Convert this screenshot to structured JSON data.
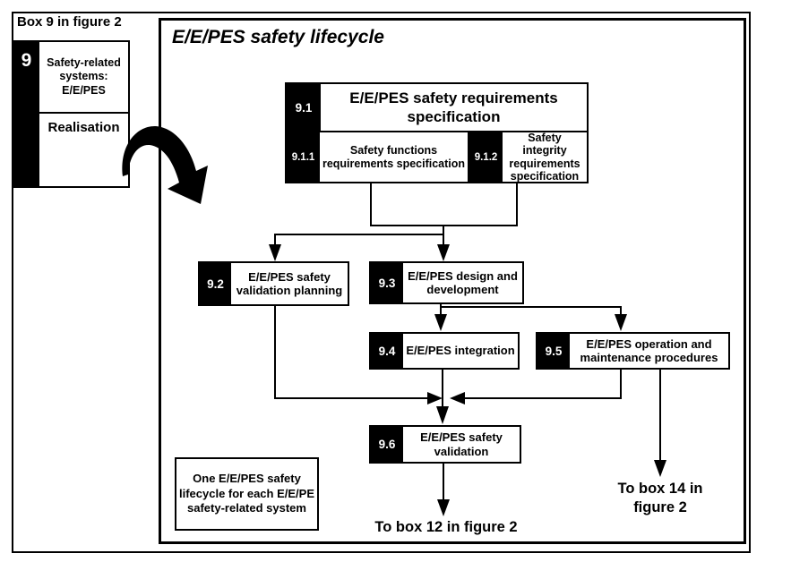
{
  "page": {
    "corner_label": "Box 9 in figure 2"
  },
  "side_panel": {
    "number": "9",
    "top_cell": "Safety-related systems: E/E/PES",
    "bottom_cell": "Realisation"
  },
  "frame": {
    "title": "E/E/PES safety lifecycle"
  },
  "boxes": {
    "b91": {
      "id": "9.1",
      "label": "E/E/PES safety requirements specification"
    },
    "b911": {
      "id": "9.1.1",
      "label": "Safety functions requirements specification"
    },
    "b912": {
      "id": "9.1.2",
      "label": "Safety integrity requirements specification"
    },
    "b92": {
      "id": "9.2",
      "label": "E/E/PES safety validation planning"
    },
    "b93": {
      "id": "9.3",
      "label": "E/E/PES design and development"
    },
    "b94": {
      "id": "9.4",
      "label": "E/E/PES integration"
    },
    "b95": {
      "id": "9.5",
      "label": "E/E/PES operation and maintenance procedures"
    },
    "b96": {
      "id": "9.6",
      "label": "E/E/PES safety validation"
    }
  },
  "notes": {
    "lifecycle_note": "One E/E/PES safety lifecycle for each E/E/PE safety-related system"
  },
  "exits": {
    "to_box_12": "To box 12 in figure 2",
    "to_box_14": "To box 14 in figure 2"
  },
  "colors": {
    "ink": "#000000",
    "paper": "#ffffff"
  }
}
